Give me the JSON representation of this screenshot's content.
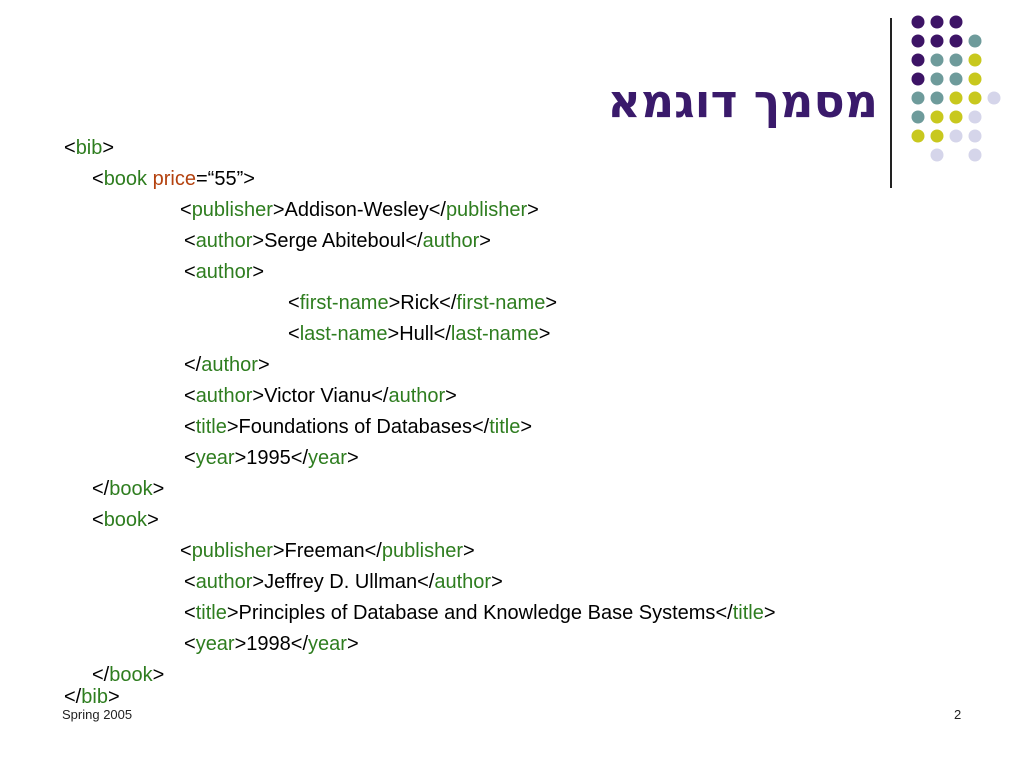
{
  "slide": {
    "title": "מסמך דוגמא",
    "footer_left": "Spring 2005",
    "page_number": "2"
  },
  "colors": {
    "title": "#3a1a6b",
    "tag": "#2e7d1f",
    "attribute": "#b4420f",
    "dot_purple": "#3d1466",
    "dot_teal": "#6e9b9b",
    "dot_yellow": "#c8c81e",
    "dot_lavender": "#d5d5ea"
  },
  "xml": {
    "bib_tag": "bib",
    "book_tag": "book",
    "price_attr": "price",
    "price_value": "“55”",
    "publisher_tag": "publisher",
    "author_tag": "author",
    "first_name_tag": "first-name",
    "last_name_tag": "last-name",
    "title_tag": "title",
    "year_tag": "year",
    "book1": {
      "publisher": "Addison-Wesley",
      "author1": "Serge Abiteboul",
      "first_name": "Rick",
      "last_name": "Hull",
      "author3": "Victor Vianu",
      "title": "Foundations of Databases",
      "year": "1995"
    },
    "book2": {
      "publisher": "Freeman",
      "author": "Jeffrey D. Ullman",
      "title": "Principles of Database and Knowledge Base Systems",
      "year": "1998"
    }
  }
}
